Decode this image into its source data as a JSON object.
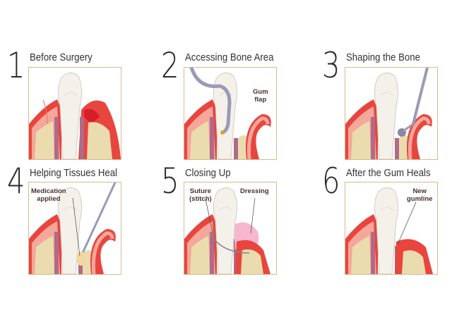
{
  "steps": [
    {
      "number": "1",
      "title": "Before Surgery",
      "variant": "before",
      "labels": []
    },
    {
      "number": "2",
      "title": "Accessing Bone Area",
      "variant": "access",
      "labels": [
        "Gum flap"
      ]
    },
    {
      "number": "3",
      "title": "Shaping the Bone",
      "variant": "shape",
      "labels": []
    },
    {
      "number": "4",
      "title": "Helping Tissues Heal",
      "variant": "heal",
      "labels": [
        "Medication applied"
      ]
    },
    {
      "number": "5",
      "title": "Closing Up",
      "variant": "close",
      "labels": [
        "Suture (stitch)",
        "Dressing"
      ]
    },
    {
      "number": "6",
      "title": "After the Gum Heals",
      "variant": "after",
      "labels": [
        "New gumline"
      ]
    }
  ],
  "label_lines": {
    "gum_flap": [
      "Gum",
      "flap"
    ],
    "medication": [
      "Medication",
      "applied"
    ],
    "suture": [
      "Suture",
      "(stitch)"
    ],
    "dressing": "Dressing",
    "new_gumline": [
      "New",
      "gumline"
    ]
  },
  "colors": {
    "gum": "#e8453f",
    "gum_light": "#f4a79a",
    "bone": "#eadcae",
    "tooth": "#f4f1ea",
    "instrument": "#9a9ab8",
    "dressing": "#f6b6cf",
    "border": "#d9b98f"
  }
}
